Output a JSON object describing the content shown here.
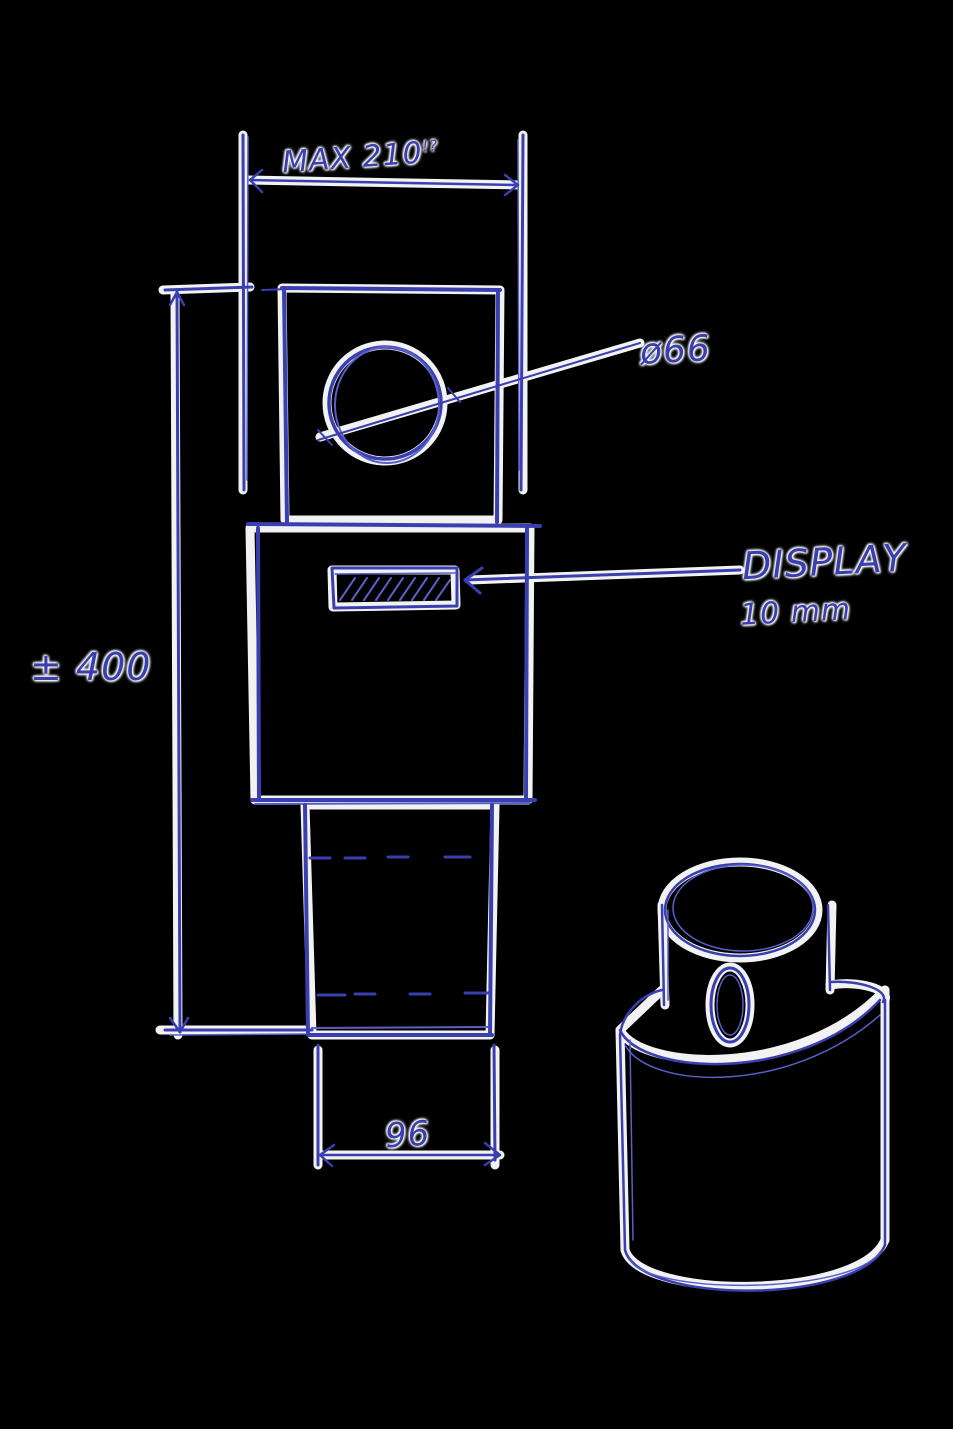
{
  "drawing": {
    "type": "hand-drawn technical sketch",
    "ink_color": "#3a3fb0",
    "background_color": "#000000",
    "halo_color": "#ffffff"
  },
  "annotations": {
    "top_width": {
      "text": "MAX 210",
      "superscript": "!?"
    },
    "circle_diameter": "ø66",
    "display_label": "DISPLAY",
    "display_size": "10 mm",
    "overall_height": "± 400",
    "base_width": "96"
  },
  "components": {
    "top_module": "Upper housing with circular opening ø66",
    "middle_module": "Display housing with hatched display window",
    "bottom_module": "Narrow base section with dashed internal lines",
    "perspective_view": "3D isometric sketch of cylindrical body with smaller cylinder on top and oval opening"
  }
}
